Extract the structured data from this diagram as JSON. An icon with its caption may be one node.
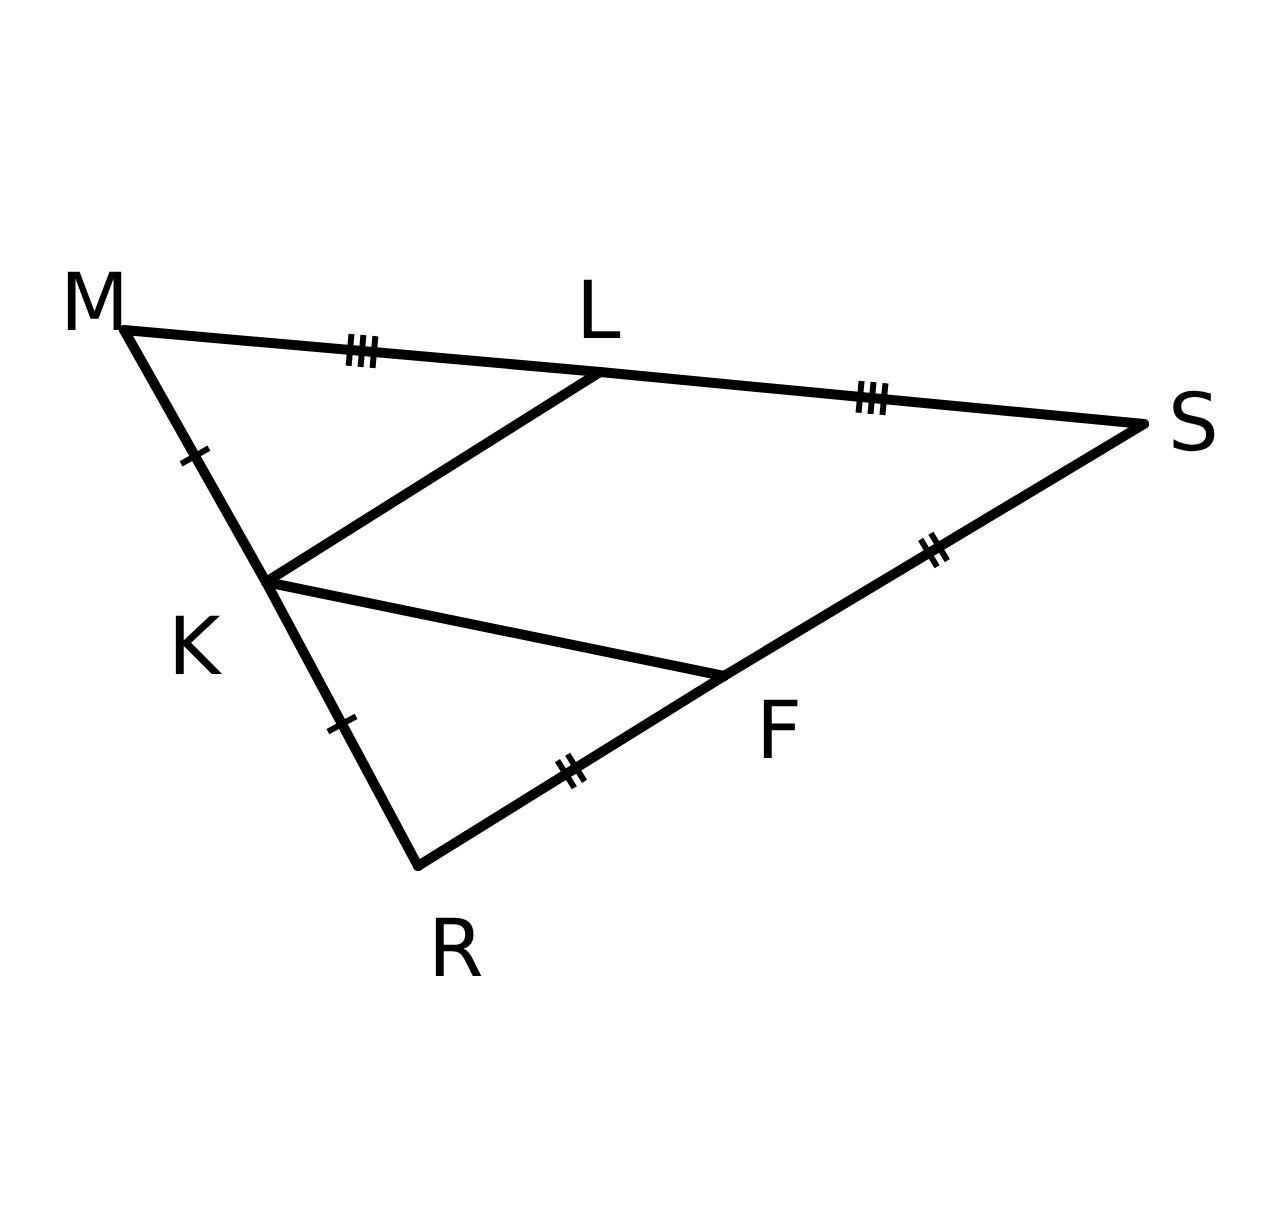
{
  "diagram": {
    "nodes": [
      {
        "text": [
          "M"
        ]
      },
      {
        "text": [
          "L"
        ]
      },
      {
        "text": [
          "S"
        ]
      },
      {
        "text": [
          "K"
        ]
      },
      {
        "text": [
          "F"
        ]
      },
      {
        "text": [
          "R"
        ]
      }
    ],
    "edges": [
      {
        "from": 0,
        "to": 1,
        "arrow": "none"
      },
      {
        "from": 1,
        "to": 2,
        "arrow": "none"
      },
      {
        "from": 0,
        "to": 3,
        "arrow": "none"
      },
      {
        "from": 3,
        "to": 5,
        "arrow": "none"
      },
      {
        "from": 5,
        "to": 4,
        "arrow": "none"
      },
      {
        "from": 4,
        "to": 2,
        "arrow": "none"
      },
      {
        "from": 1,
        "to": 3,
        "arrow": "none"
      },
      {
        "from": 3,
        "to": 4,
        "arrow": "none"
      }
    ]
  }
}
